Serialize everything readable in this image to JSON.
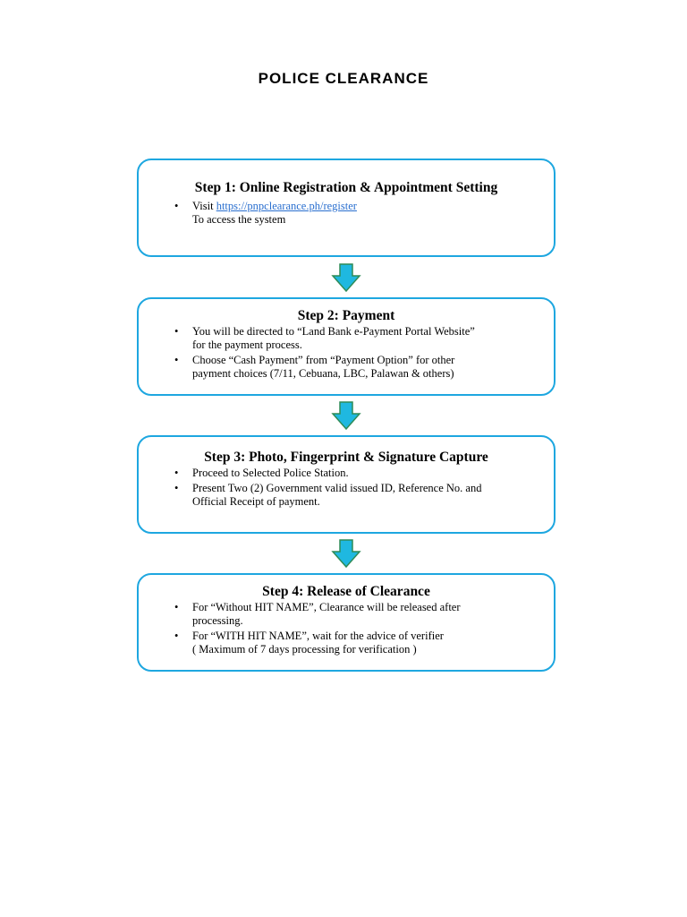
{
  "title": "POLICE CLEARANCE",
  "steps": [
    {
      "title": "Step 1: Online Registration & Appointment Setting",
      "items": [
        {
          "prefix": "Visit ",
          "link": "https://pnpclearance.ph/register",
          "line2": "To access the system"
        }
      ]
    },
    {
      "title": "Step 2: Payment",
      "items": [
        {
          "line1": "You will be directed to “Land Bank e-Payment Portal Website”",
          "line2": "for the payment process."
        },
        {
          "line1": "Choose “Cash Payment” from “Payment Option” for other",
          "line2": "payment choices (7/11, Cebuana, LBC, Palawan & others)"
        }
      ]
    },
    {
      "title": "Step 3: Photo, Fingerprint & Signature Capture",
      "items": [
        {
          "line1": "Proceed to Selected Police Station."
        },
        {
          "line1": "Present Two (2) Government valid issued ID, Reference No. and",
          "line2": "Official Receipt of payment."
        }
      ]
    },
    {
      "title": "Step 4: Release of Clearance",
      "items": [
        {
          "line1": "For “Without HIT NAME”, Clearance will be released after",
          "line2": "processing."
        },
        {
          "line1": "For “WITH HIT NAME”, wait for the advice of verifier",
          "line2": "( Maximum of 7 days processing for verification )"
        }
      ]
    }
  ],
  "colors": {
    "box_border": "#1ea7e0",
    "arrow_fill": "#1fb8e0",
    "arrow_stroke": "#2e8b57",
    "link": "#2a6fcf"
  },
  "bullet": "•"
}
